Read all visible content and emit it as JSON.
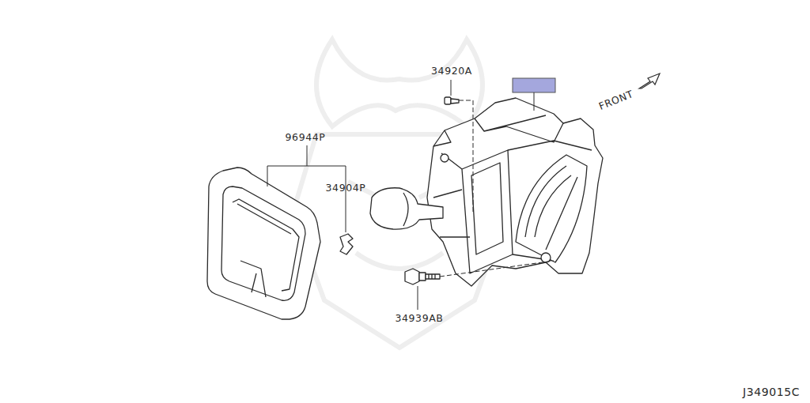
{
  "diagram": {
    "labels": [
      "34920A",
      "FRONT",
      "96944P",
      "34904P",
      "34939AB",
      "J349015C"
    ]
  }
}
